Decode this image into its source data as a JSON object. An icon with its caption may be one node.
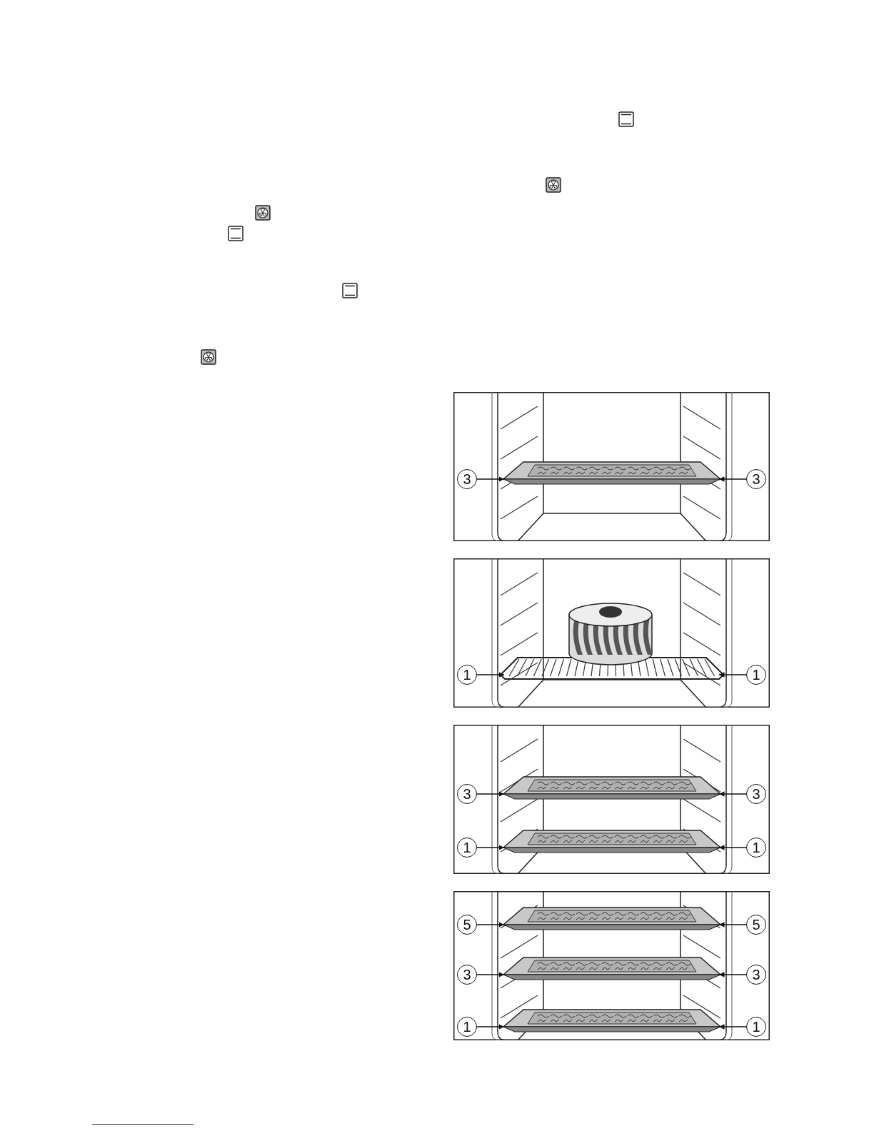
{
  "diagram": {
    "nodes": [
      {
        "text": [
          "3"
        ]
      },
      {
        "text": [
          "3"
        ]
      },
      {
        "text": [
          "1"
        ]
      },
      {
        "text": [
          "1"
        ]
      },
      {
        "text": [
          "3"
        ]
      },
      {
        "text": [
          "3"
        ]
      },
      {
        "text": [
          "1"
        ]
      },
      {
        "text": [
          "1"
        ]
      },
      {
        "text": [
          "5"
        ]
      },
      {
        "text": [
          "5"
        ]
      },
      {
        "text": [
          "3"
        ]
      },
      {
        "text": [
          "3"
        ]
      },
      {
        "text": [
          "1"
        ]
      },
      {
        "text": [
          "1"
        ]
      }
    ],
    "edges": [
      {
        "from": 0,
        "to": null,
        "arrow": "to"
      },
      {
        "from": 1,
        "to": null,
        "arrow": "to"
      },
      {
        "from": 2,
        "to": null,
        "arrow": "to"
      },
      {
        "from": 3,
        "to": null,
        "arrow": "to"
      },
      {
        "from": 4,
        "to": null,
        "arrow": "to"
      },
      {
        "from": 5,
        "to": null,
        "arrow": "to"
      },
      {
        "from": 6,
        "to": null,
        "arrow": "to"
      },
      {
        "from": 7,
        "to": null,
        "arrow": "to"
      },
      {
        "from": 8,
        "to": null,
        "arrow": "to"
      },
      {
        "from": 9,
        "to": null,
        "arrow": "to"
      },
      {
        "from": 10,
        "to": null,
        "arrow": "to"
      },
      {
        "from": 11,
        "to": null,
        "arrow": "to"
      },
      {
        "from": 12,
        "to": null,
        "arrow": "to"
      },
      {
        "from": 13,
        "to": null,
        "arrow": "to"
      }
    ]
  }
}
